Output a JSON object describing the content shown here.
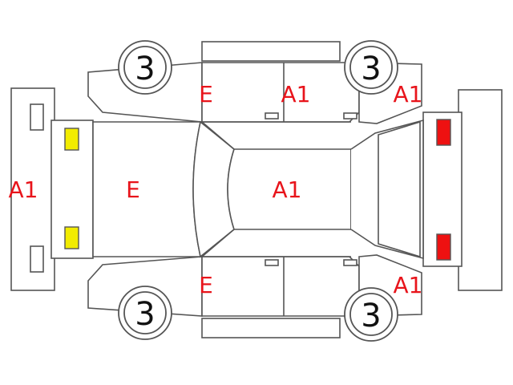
{
  "colors": {
    "outline": "#555555",
    "damage_code": "#e8141b",
    "front_lamp": "#f2ec00",
    "rear_lamp": "#ee1111"
  },
  "labels": {
    "front_bumper": "A1",
    "hood": "E",
    "roof": "A1",
    "top_front_door": "E",
    "top_rear_door": "A1",
    "top_rear_fender": "A1",
    "bottom_front_door": "E",
    "bottom_rear_fender": "A1"
  },
  "wheels": {
    "top_front": "3",
    "top_rear": "3",
    "bottom_front": "3",
    "bottom_rear": "3"
  }
}
